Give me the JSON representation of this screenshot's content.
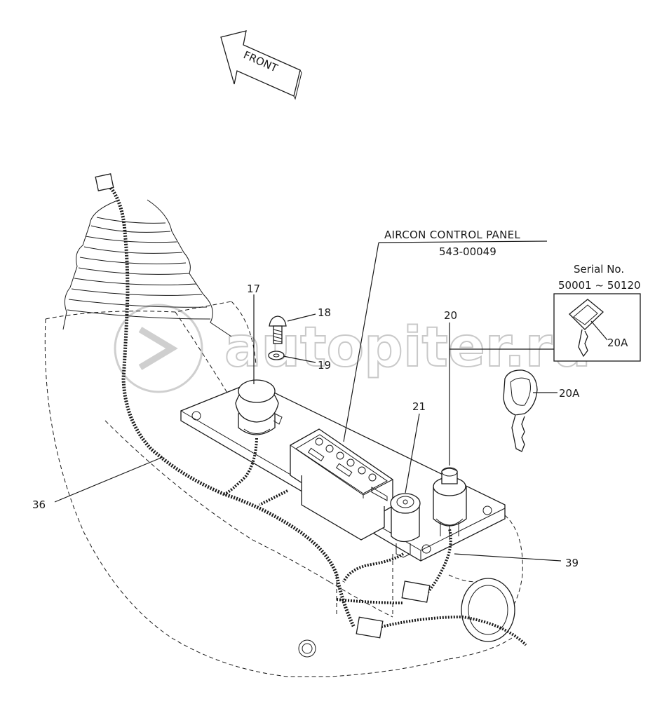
{
  "arrow": {
    "label": "FRONT"
  },
  "panel": {
    "title": "AIRCON CONTROL PANEL",
    "part_number": "543-00049"
  },
  "serial": {
    "label": "Serial No.",
    "range": "50001 ~ 50120"
  },
  "callouts": {
    "c17": "17",
    "c18": "18",
    "c19": "19",
    "c20": "20",
    "c20a_box": "20A",
    "c20a": "20A",
    "c21": "21",
    "c36": "36",
    "c39": "39"
  },
  "watermark": {
    "text": "autopiter.ru"
  }
}
